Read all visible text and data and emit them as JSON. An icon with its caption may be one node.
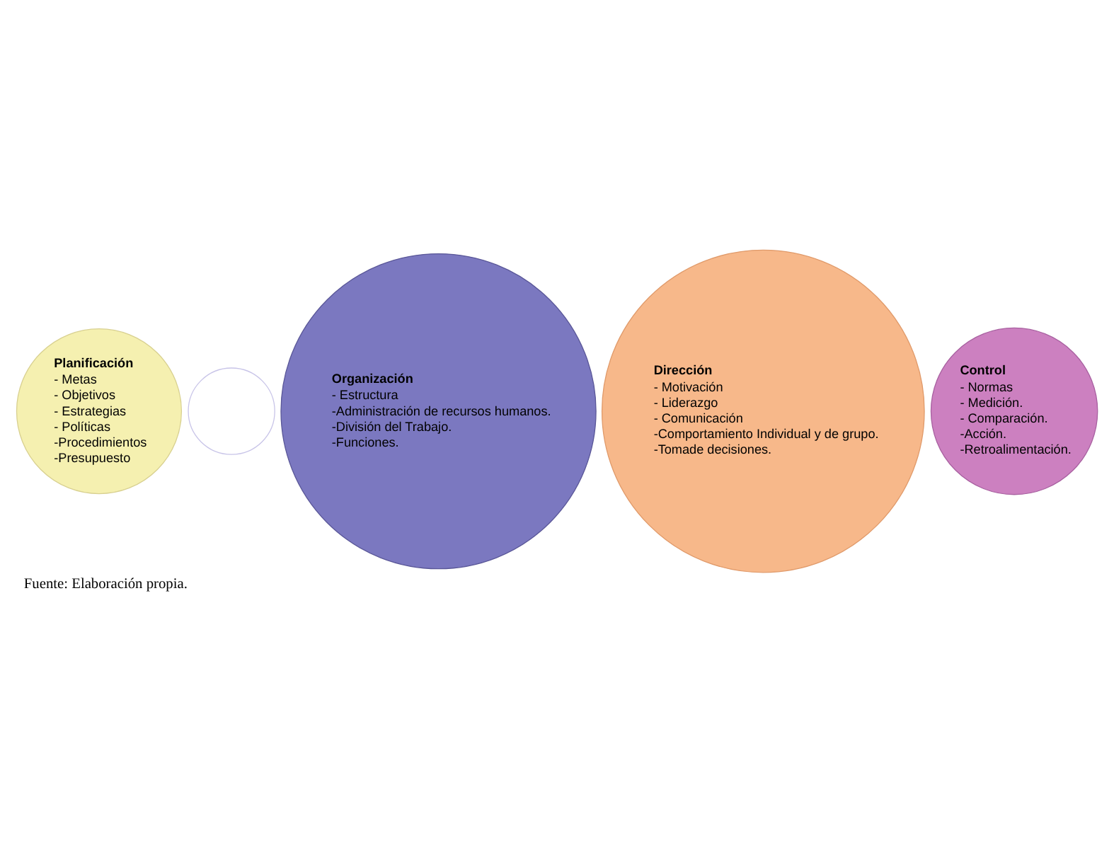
{
  "diagram": {
    "caption": "Fuente: Elaboración propia.",
    "nodes": [
      {
        "text": [
          "Planificación",
          "- Metas",
          "- Objetivos",
          "- Estrategias",
          "- Políticas",
          "-Procedimientos",
          "-Presupuesto"
        ]
      },
      {
        "text": [],
        "shape": "circle"
      },
      {
        "text": [
          "Organización",
          "- Estructura",
          "-Administración de recursos humanos.",
          "-División del Trabajo.",
          "-Funciones."
        ]
      },
      {
        "text": [
          "Dirección",
          "- Motivación",
          "- Liderazgo",
          "- Comunicación",
          "-Comportamiento Individual y de grupo.",
          "-Tomade decisiones."
        ]
      },
      {
        "text": [
          "Control",
          "- Normas",
          "- Medición.",
          "- Comparación.",
          "-Acción.",
          "-Retroalimentación."
        ]
      }
    ],
    "edges": []
  }
}
